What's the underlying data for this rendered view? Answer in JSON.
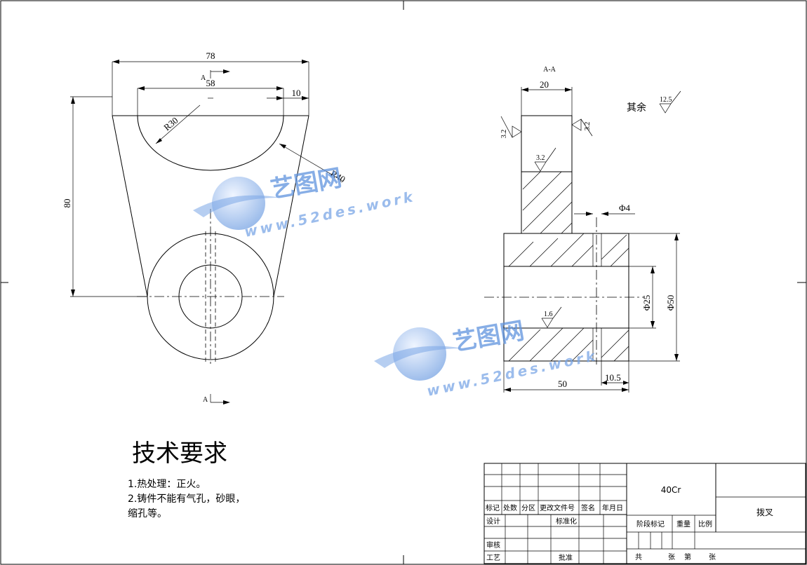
{
  "drawing": {
    "section_label": "A-A",
    "cut_marker": "A",
    "roughness_rest_label": "其余",
    "roughness_rest_value": "12.5",
    "roughness_values": [
      "3.2",
      "3.2",
      "3.2",
      "1.6"
    ]
  },
  "front_view": {
    "dims": {
      "overall_width": "78",
      "inner_width": "58",
      "lug_width": "10",
      "height": "80",
      "radius_inner": "R30",
      "radius_outer": "R40"
    }
  },
  "section_view": {
    "dims": {
      "top_width": "20",
      "pin_hole": "Φ4",
      "bore": "Φ25",
      "outer": "Φ50",
      "length": "50",
      "offset": "10.5"
    }
  },
  "tech_requirements": {
    "title": "技术要求",
    "lines": [
      "1.热处理：正火。",
      "2.铸件不能有气孔，砂眼，",
      "缩孔等。"
    ]
  },
  "title_block": {
    "material": "40Cr",
    "part_name": "拨叉",
    "header_cells": [
      "标记",
      "处数",
      "分区",
      "更改文件号",
      "签名",
      "年月日"
    ],
    "roles": [
      "设计",
      "审核",
      "工艺"
    ],
    "standardize": "标准化",
    "approve": "批准",
    "stage_mark": "阶段标记",
    "weight": "重量",
    "scale": "比例",
    "total": "共",
    "sheets": "张",
    "sheet_no": "第",
    "sheet_unit": "张"
  },
  "watermark": {
    "brand": "艺图网",
    "url": "www.52des.work"
  }
}
